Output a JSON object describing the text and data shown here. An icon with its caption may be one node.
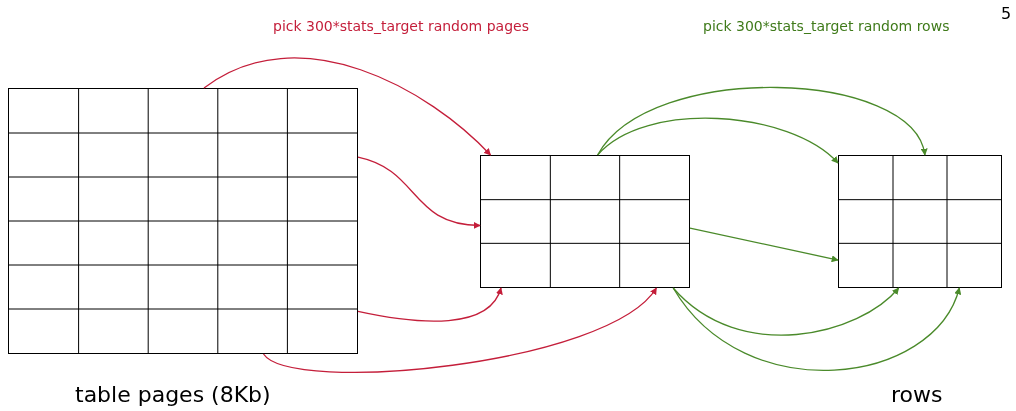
{
  "diagram": {
    "nodes": [
      {
        "text": [],
        "shape": "box",
        "beside": [
          "table pages (8Kb)"
        ]
      },
      {
        "text": [],
        "shape": "box"
      },
      {
        "text": [],
        "shape": "box"
      }
    ],
    "edges": [
      {
        "from": 0,
        "to": 1,
        "arrow": "to",
        "color": "#c41e3a"
      },
      {
        "from": 0,
        "to": 1,
        "arrow": "to",
        "color": "#c41e3a"
      },
      {
        "from": 0,
        "to": 1,
        "arrow": "to",
        "color": "#c41e3a"
      },
      {
        "from": 0,
        "to": 1,
        "arrow": "to",
        "color": "#c41e3a"
      },
      {
        "from": 1,
        "to": 2,
        "arrow": "to"
      },
      {
        "from": 1,
        "to": 2,
        "arrow": "to"
      },
      {
        "from": 1,
        "to": 2,
        "arrow": "to"
      },
      {
        "from": 1,
        "to": 2,
        "arrow": "to"
      },
      {
        "from": 1,
        "to": 2,
        "arrow": "to"
      }
    ],
    "labels": [
      "pick 300*stats_target random pages",
      "pick 300*stats_target random rows",
      "5",
      "rows"
    ]
  }
}
